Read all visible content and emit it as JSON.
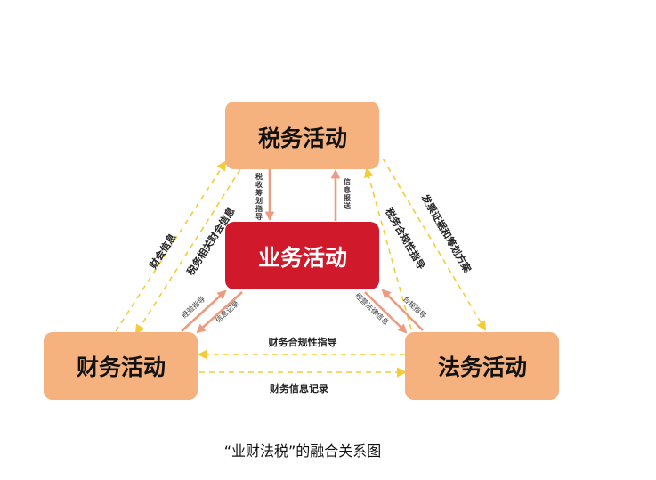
{
  "nodes": {
    "tax": "税务活动",
    "business": "业务活动",
    "finance": "财务活动",
    "law": "法务活动"
  },
  "edges": {
    "tax_to_business": "税收筹划指导",
    "business_to_tax": "信息报送",
    "finance_to_tax": "财会信息",
    "tax_to_finance": "税务相关财会信息",
    "law_to_tax": "发票证据和筹划方案",
    "tax_to_law": "税务合规性指导",
    "finance_to_business": "经验指导",
    "business_to_finance": "信息记录",
    "business_to_law": "经营法律信息",
    "law_to_business": "合规指导",
    "law_to_finance": "财务合规性指导",
    "finance_to_law": "财务信息记录"
  },
  "caption": "“业财法税”的融合关系图",
  "colors": {
    "orange_box": "#f5b27e",
    "red_box": "#d0192a",
    "solid_arrow": "#ee9a7e",
    "dashed_arrow": "#f4cc3a",
    "text": "#111111",
    "white_text": "#ffffff"
  }
}
